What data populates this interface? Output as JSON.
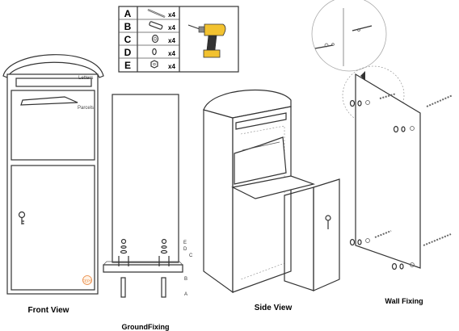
{
  "front_view": {
    "caption": "Front View",
    "letters_label": "Letters",
    "parcels_label": "Parcels",
    "logo_text": "FEPS"
  },
  "ground_fixing": {
    "caption": "GroundFixing",
    "labels": [
      "E",
      "D",
      "C",
      "B",
      "A"
    ]
  },
  "side_view": {
    "caption": "Side View"
  },
  "wall_fixing": {
    "caption": "Wall Fixing"
  },
  "parts_table": {
    "rows": [
      {
        "letter": "A",
        "qty": "x4"
      },
      {
        "letter": "B",
        "qty": "x4"
      },
      {
        "letter": "C",
        "qty": "x4"
      },
      {
        "letter": "D",
        "qty": "x4"
      },
      {
        "letter": "E",
        "qty": "x4"
      }
    ]
  },
  "icons": {
    "drill": "power-drill-icon",
    "bolt": "bolt-icon",
    "plug": "wall-plug-icon",
    "washer": "washer-icon",
    "spring_washer": "spring-washer-icon",
    "nut": "nut-icon",
    "key": "key-icon"
  },
  "colors": {
    "line": "#333333",
    "logo": "#e8833a",
    "drill_body": "#f2c230"
  }
}
